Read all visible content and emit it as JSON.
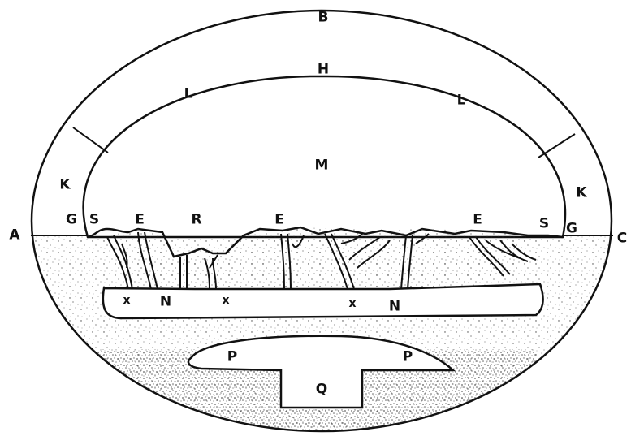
{
  "diagram": {
    "labels": {
      "B": "B",
      "H": "H",
      "L_left": "L",
      "L_right": "L",
      "M": "M",
      "K_left": "K",
      "K_right": "K",
      "A": "A",
      "C": "C",
      "G_left": "G",
      "G_right": "G",
      "S_left": "S",
      "S_right": "S",
      "E_1": "E",
      "E_2": "E",
      "E_3": "E",
      "R": "R",
      "X_1": "x",
      "X_2": "x",
      "X_3": "x",
      "N_1": "N",
      "N_2": "N",
      "P_left": "P",
      "P_right": "P",
      "Q": "Q"
    },
    "colors": {
      "ink": "#111111",
      "paper": "#ffffff",
      "stipple": "#444444"
    }
  }
}
